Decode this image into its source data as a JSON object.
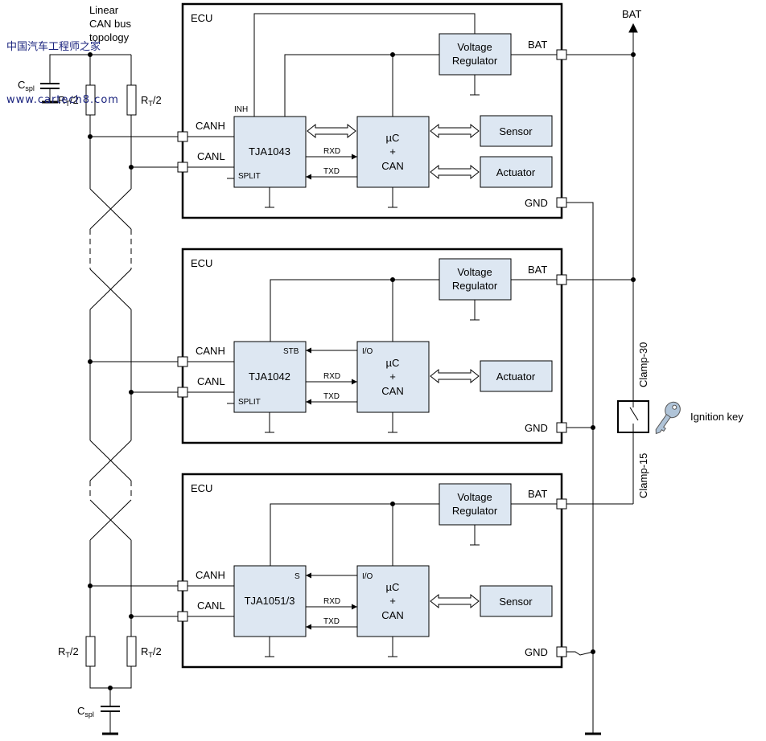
{
  "watermark": {
    "cn": "中国汽车工程师之家",
    "url": "www.cartech8.com"
  },
  "topology_label": [
    "Linear",
    "CAN bus",
    "topology"
  ],
  "bus": {
    "capacitor_label_prefix": "C",
    "capacitor_label_sub": "spl",
    "resistor_label_prefix": "R",
    "resistor_label_sub": "T",
    "resistor_label_suffix": "/2"
  },
  "power": {
    "bat_label": "BAT",
    "clamp30": "Clamp-30",
    "clamp15": "Clamp-15",
    "ignition_key": "Ignition key"
  },
  "ecus": [
    {
      "title": "ECU",
      "transceiver": "TJA1043",
      "pins": {
        "canh": "CANH",
        "canl": "CANL",
        "bat": "BAT",
        "gnd": "GND",
        "top": "INH",
        "split": "SPLIT",
        "rxd": "RXD",
        "txd": "TXD"
      },
      "regulator": [
        "Voltage",
        "Regulator"
      ],
      "mcu": [
        "µC",
        "+",
        "CAN"
      ],
      "peripherals": [
        "Sensor",
        "Actuator"
      ]
    },
    {
      "title": "ECU",
      "transceiver": "TJA1042",
      "pins": {
        "canh": "CANH",
        "canl": "CANL",
        "bat": "BAT",
        "gnd": "GND",
        "stb": "STB",
        "io": "I/O",
        "split": "SPLIT",
        "rxd": "RXD",
        "txd": "TXD"
      },
      "regulator": [
        "Voltage",
        "Regulator"
      ],
      "mcu": [
        "µC",
        "+",
        "CAN"
      ],
      "peripherals": [
        "Actuator"
      ]
    },
    {
      "title": "ECU",
      "transceiver": "TJA1051/3",
      "pins": {
        "canh": "CANH",
        "canl": "CANL",
        "bat": "BAT",
        "gnd": "GND",
        "stb": "S",
        "io": "I/O",
        "rxd": "RXD",
        "txd": "TXD"
      },
      "regulator": [
        "Voltage",
        "Regulator"
      ],
      "mcu": [
        "µC",
        "+",
        "CAN"
      ],
      "peripherals": [
        "Sensor"
      ]
    }
  ]
}
